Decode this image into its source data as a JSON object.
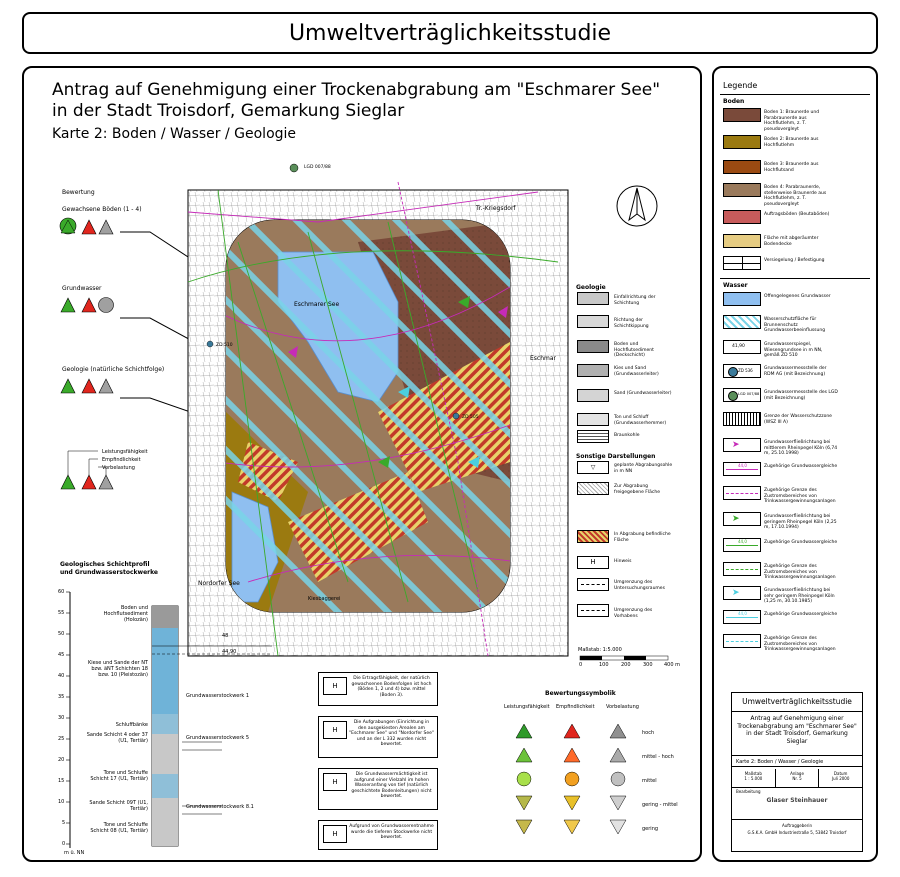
{
  "header": {
    "title": "Umweltverträglichkeitsstudie"
  },
  "map_title": {
    "line1": "Antrag auf Genehmigung einer Trockenabgrabung am \"Eschmarer See\"",
    "line2": "in der Stadt Troisdorf, Gemarkung Sieglar",
    "subtitle": "Karte 2: Boden / Wasser / Geologie"
  },
  "left": {
    "bewertung": "Bewertung",
    "boeden": "Gewachsene Böden (1 - 4)",
    "grundwasser": "Grundwasser",
    "geologie": "Geologie (natürliche Schichtfolge)",
    "key_labels": [
      "Leistungsfähigkeit",
      "Empfindlichkeit",
      "Vorbelastung"
    ]
  },
  "profile": {
    "title1": "Geologisches Schichtprofil",
    "title2": "und Grundwasserstockwerke",
    "ticks": [
      "60",
      "55",
      "50",
      "45",
      "40",
      "35",
      "30",
      "25",
      "20",
      "15",
      "10",
      "5",
      "0"
    ],
    "unit": "m ü. NN",
    "layers": [
      "Boden und Hochflutsediment (Holozän)",
      "Kiese und Sande der NT bzw. äNT Schichten 18 bzw. 10 (Pleistozän)",
      "Schluffbänke",
      "Sande Schicht 4 oder 37 (U1, Tertiär)",
      "Tone und Schluffe Schicht 17 (U1, Tertiär)",
      "Sande Schicht 09T (U1, Tertiär)",
      "Tone und Schluffe Schicht 08 (U1, Tertiär)"
    ],
    "levels": [
      "48",
      "44,90"
    ],
    "stockwerke": [
      "Grundwasserstockwerk 1",
      "Grundwasserstockwerk 5",
      "Grundwasserstockwerk 8.1"
    ]
  },
  "map": {
    "labels": [
      "Eschmarer See",
      "Nordorfer See",
      "Tr.-Kriegsdorf",
      "Eschmar",
      "Kiesbaggerei",
      "LGD 007/88",
      "ZD 510",
      "ZD 505"
    ],
    "scale_label": "Maßstab: 1:5.000",
    "scale_ticks": [
      "0",
      "100",
      "200",
      "300",
      "400 m"
    ]
  },
  "geologie_legend": {
    "title": "Geologie",
    "items": [
      "Einfallrichtung der Schichtung",
      "Richtung der Schichtkippung",
      "Boden und Hochflutsediment (Deckschicht)",
      "Kies und Sand (Grundwasserleiter)",
      "Sand (Grundwasserleiter)",
      "Ton und Schluff (Grundwasserhemmer)",
      "Braunkohle"
    ],
    "sonstige_title": "Sonstige Darstellungen",
    "sonstige": [
      "geplante Abgrabungsohle in m NN",
      "Zur Abgrabung freigegebene Fläche",
      "In Abgrabung befindliche Fläche",
      "Hinweis",
      "Umgrenzung des Untersuchungsraumes",
      "Umgrenzung des Vorhabens"
    ]
  },
  "notes": [
    "Die Ertragsfähigkeit, der natürlich gewachsenen Bodenfolgen ist hoch (Böden 1, 2 und 4) bzw. mittel (Boden 3).",
    "Die Aufgrabungen (Einrichtung in den ausgekiesten Arealen am \"Eschmarer See\" und \"Nordorfer See\" und an der L 332 wurden nicht bewertet.",
    "Die Grundwassermächtigkeit ist aufgrund einer Vielzahl im hohen Wasseranfang von tief (natürlich geschichtete Bodenleitungen) nicht bewertet.",
    "Aufgrund von Grundwasserentnahme wurde die tieferen Stockwerke nicht bewertet."
  ],
  "bewertungssymbolik": {
    "title": "Bewertungssymbolik",
    "columns": [
      "Leistungsfähigkeit",
      "Empfindlichkeit",
      "Vorbelastung"
    ],
    "rows": [
      "hoch",
      "mittel - hoch",
      "mittel",
      "gering - mittel",
      "gering"
    ]
  },
  "legend": {
    "title": "Legende",
    "boden_title": "Boden",
    "boden": [
      {
        "text": "Boden 1: Braunerde und Parabraunerde aus Hochflutlehm, z. T. pseudovergleyt",
        "color": "#7a4a3a"
      },
      {
        "text": "Boden 2: Braunerde aus Hochflutlehm",
        "color": "#9b7a10"
      },
      {
        "text": "Boden 3: Braunerde aus Hochflutsand",
        "color": "#9a4a12"
      },
      {
        "text": "Boden 4: Parabraunerde, stellenweise Braunerde aus Hochflutlehm, z. T. pseudovergleyt",
        "color": "#9a7a5c"
      },
      {
        "text": "Auftragsböden (Beutaböden)",
        "color": "#c75b5b"
      },
      {
        "text": "Fläche mit abgeräumter Bodendecke",
        "color": "#e6cc82"
      },
      {
        "text": "Versiegelung / Befestigung",
        "color": "#ffffff"
      }
    ],
    "wasser_title": "Wasser",
    "wasser": [
      "Offengelegenes Grundwasser",
      "Wasserschutzfläche für Brunnenschutz Grundwasserbeeinflussung",
      "Grundwasserspiegel, Wiesengrundsee in m NN, gemäß ZD 510",
      "Grundwassermessstelle der RDM AG (mit Bezeichnung)",
      "Grundwassermessstelle des LGD (mit Bezeichnung)",
      "Grenze der Wasserschutzzone (WSZ III A)",
      "Grundwasserfließrichtung bei mittlerem Rheinpegel Köln (6,74 m, 25.10.1998)",
      "Zugehörige Grundwassergleiche",
      "Zugehörige Grenze des Zustromsbereiches von Trinkwassergewinnungsanlagen",
      "Grundwasserfließrichtung bei geringem Rheinpegel Köln (2,25 m, 17.10.1994)",
      "Zugehörige Grundwassergleiche",
      "Zugehörige Grenze des Zustromsbereiches von Trinkwassergewinnungsanlagen",
      "Grundwasserfließrichtung bei sehr geringem Rheinpegel Köln (1,25 m, 30.10.1985)",
      "Zugehörige Grundwassergleiche",
      "Zugehörige Grenze des Zustromsbereiches von Trinkwassergewinnungsanlagen"
    ],
    "gw_values": [
      "41,90",
      "ZD 536",
      "LGD 007/88",
      "44,0",
      "44,0",
      "44,0"
    ]
  },
  "titleblock": {
    "header": "Umweltverträglichkeitsstudie",
    "body": "Antrag auf Genehmigung einer Trockenabgrabung am \"Eschmarer See\" in der Stadt Troisdorf, Gemarkung Sieglar",
    "karte": "Karte 2: Boden / Wasser / Geologie",
    "cells": [
      {
        "label": "Maßstab",
        "value": "1 : 5.000"
      },
      {
        "label": "Anlage",
        "value": "Nr. 5"
      },
      {
        "label": "Datum",
        "value": "Juli 2000"
      }
    ],
    "bearbeitung": "Bearbeitung",
    "logo": "Glaser Steinhauer",
    "auftraggeber_label": "Auftraggeberin",
    "auftraggeber": "G.S.K.A. GmbH Industriestraße 5, 53842 Troisdorf"
  },
  "colors": {
    "water": "#8fbff0",
    "hatch": "#7ad4e8",
    "stripe_red": "#c23a2a",
    "stripe_yellow": "#e8d36a",
    "soil1": "#7a4a3a",
    "soil2": "#9b7a10",
    "soil4": "#9a7a5c",
    "green": "#3aaa2a",
    "red": "#e0261e",
    "gray": "#a0a0a0",
    "magenta": "#c62ab8"
  }
}
